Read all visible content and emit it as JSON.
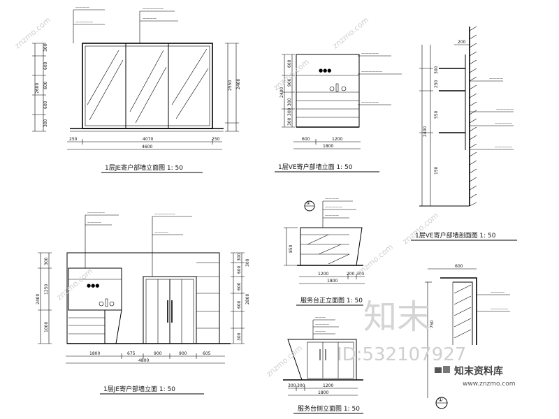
{
  "titles": {
    "t1": "1层JE寄户部墙立面图 1: 50",
    "t2": "1层VE寄户部墙立面 1: 50",
    "t3": "1层VE寄户部墙剖面图 1: 50",
    "t4": "1层JE寄户部墙立面 1: 50",
    "t5": "服务台正立面图 1: 50",
    "t6": "服务台侧立面图 1: 50"
  },
  "dims": {
    "e1_left": [
      "300",
      "600",
      "600",
      "600",
      "300",
      "2600"
    ],
    "e1_right": [
      "2550",
      "2400"
    ],
    "e1_bottom": [
      "250",
      "4070",
      "250",
      "4600"
    ],
    "e2_left": [
      "600",
      "900",
      "2400",
      "300",
      "300",
      "300"
    ],
    "e2_bottom": [
      "600",
      "1200",
      "1800"
    ],
    "s_top": "200",
    "s_right": [
      "300",
      "250",
      "550",
      "2400",
      "150"
    ],
    "e3_left": [
      "300",
      "1250",
      "2400",
      "1000"
    ],
    "e3_right": [
      "300",
      "600",
      "600",
      "600",
      "300",
      "2800",
      "300"
    ],
    "e3_bottom": [
      "1800",
      "675",
      "900",
      "900",
      "605",
      "4800"
    ],
    "f1_left": "850",
    "f1_bottom": [
      "1200",
      "200",
      "300",
      "1800"
    ],
    "f2_bottom": [
      "300",
      "300",
      "1200",
      "1800"
    ],
    "d_top": "600",
    "d_left": "750"
  },
  "callouts": {
    "e1": [
      "————",
      "—————",
      "——————",
      "————"
    ],
    "e2": [
      "—————",
      "——————",
      "—————"
    ],
    "s": [
      "————",
      "—————",
      "—————",
      "—————"
    ],
    "e3": [
      "—————",
      "————",
      "——————",
      "————"
    ],
    "f1": [
      "————",
      "—————",
      "————"
    ],
    "f2": [
      "———",
      "————",
      "———"
    ]
  },
  "markers": {
    "m1": "①",
    "m2": "①"
  },
  "watermark": {
    "big": "知末",
    "id": "ID:532107927",
    "brand": "知末资料库",
    "url": "www.znzmo.com",
    "repeat": "znzmo.com"
  }
}
